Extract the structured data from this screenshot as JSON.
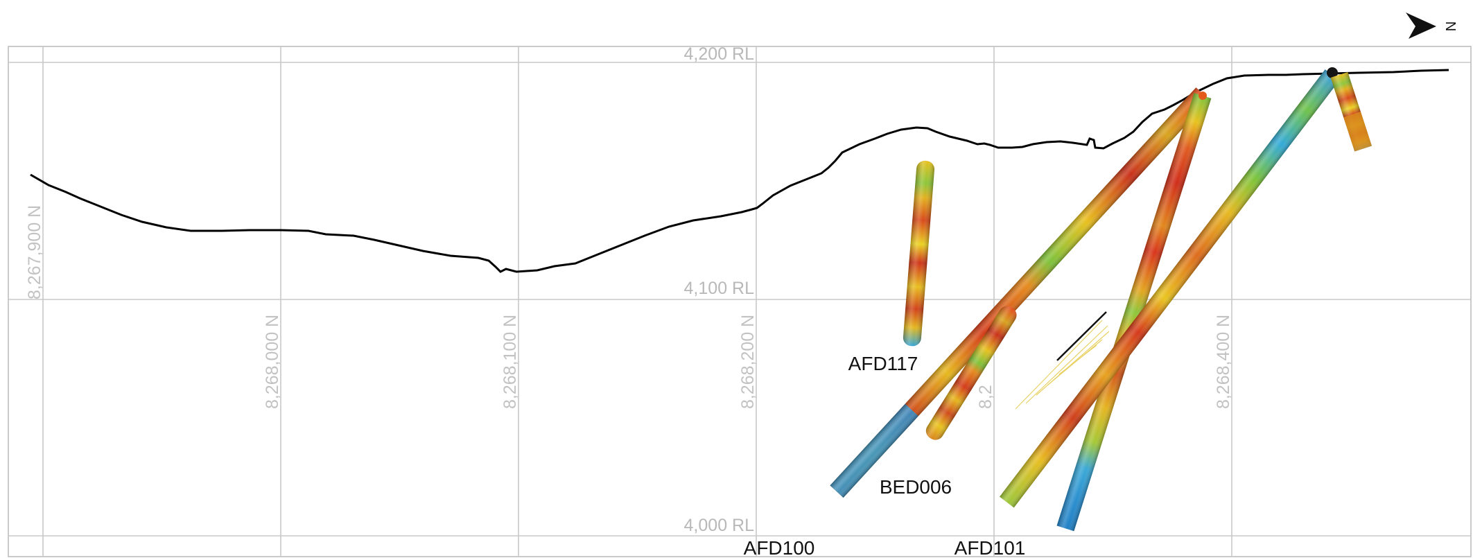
{
  "section": {
    "rl_labels": [
      "4,200 RL",
      "4,100 RL",
      "4,000 RL"
    ],
    "northing_labels": [
      "8,267,900 N",
      "8,268,000 N",
      "8,268,100 N",
      "8,268,200 N",
      "8,268,400 N"
    ],
    "partial_northing_label": "8,2",
    "north_arrow_letter": "N"
  },
  "drillholes": [
    "AFD117",
    "BED006",
    "AFD100",
    "AFD101"
  ],
  "colors": {
    "grid": "#c8c8c8",
    "topography": "#000000",
    "assay_low": "#1f8fd6",
    "assay_mid": "#f2d21a",
    "assay_high": "#d8321a"
  }
}
